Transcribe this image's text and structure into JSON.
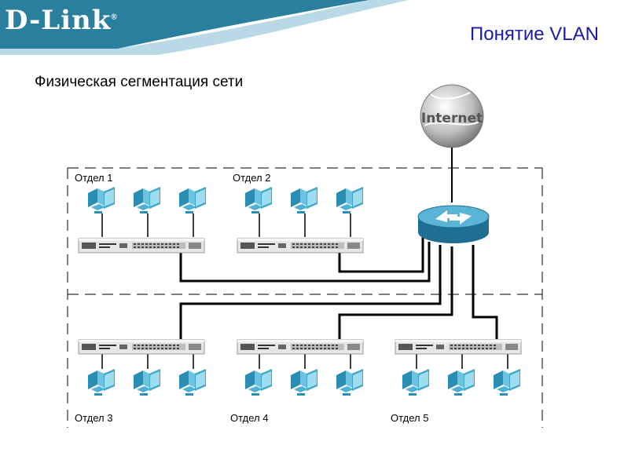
{
  "header": {
    "logo_text": "D-Link",
    "logo_mark": "®",
    "title": "Понятие VLAN"
  },
  "subtitle": "Физическая сегментация сети",
  "diagram": {
    "internet_label": "Internet",
    "departments": [
      {
        "label": "Отдел 1"
      },
      {
        "label": "Отдел 2"
      },
      {
        "label": "Отдел 3"
      },
      {
        "label": "Отдел 4"
      },
      {
        "label": "Отдел 5"
      }
    ],
    "colors": {
      "router": "#2f8cb6",
      "router_top": "#5ab4d8",
      "pc": "#3aa6c8",
      "switch": "#d9d9d9",
      "header": "#2b7f9e"
    }
  }
}
